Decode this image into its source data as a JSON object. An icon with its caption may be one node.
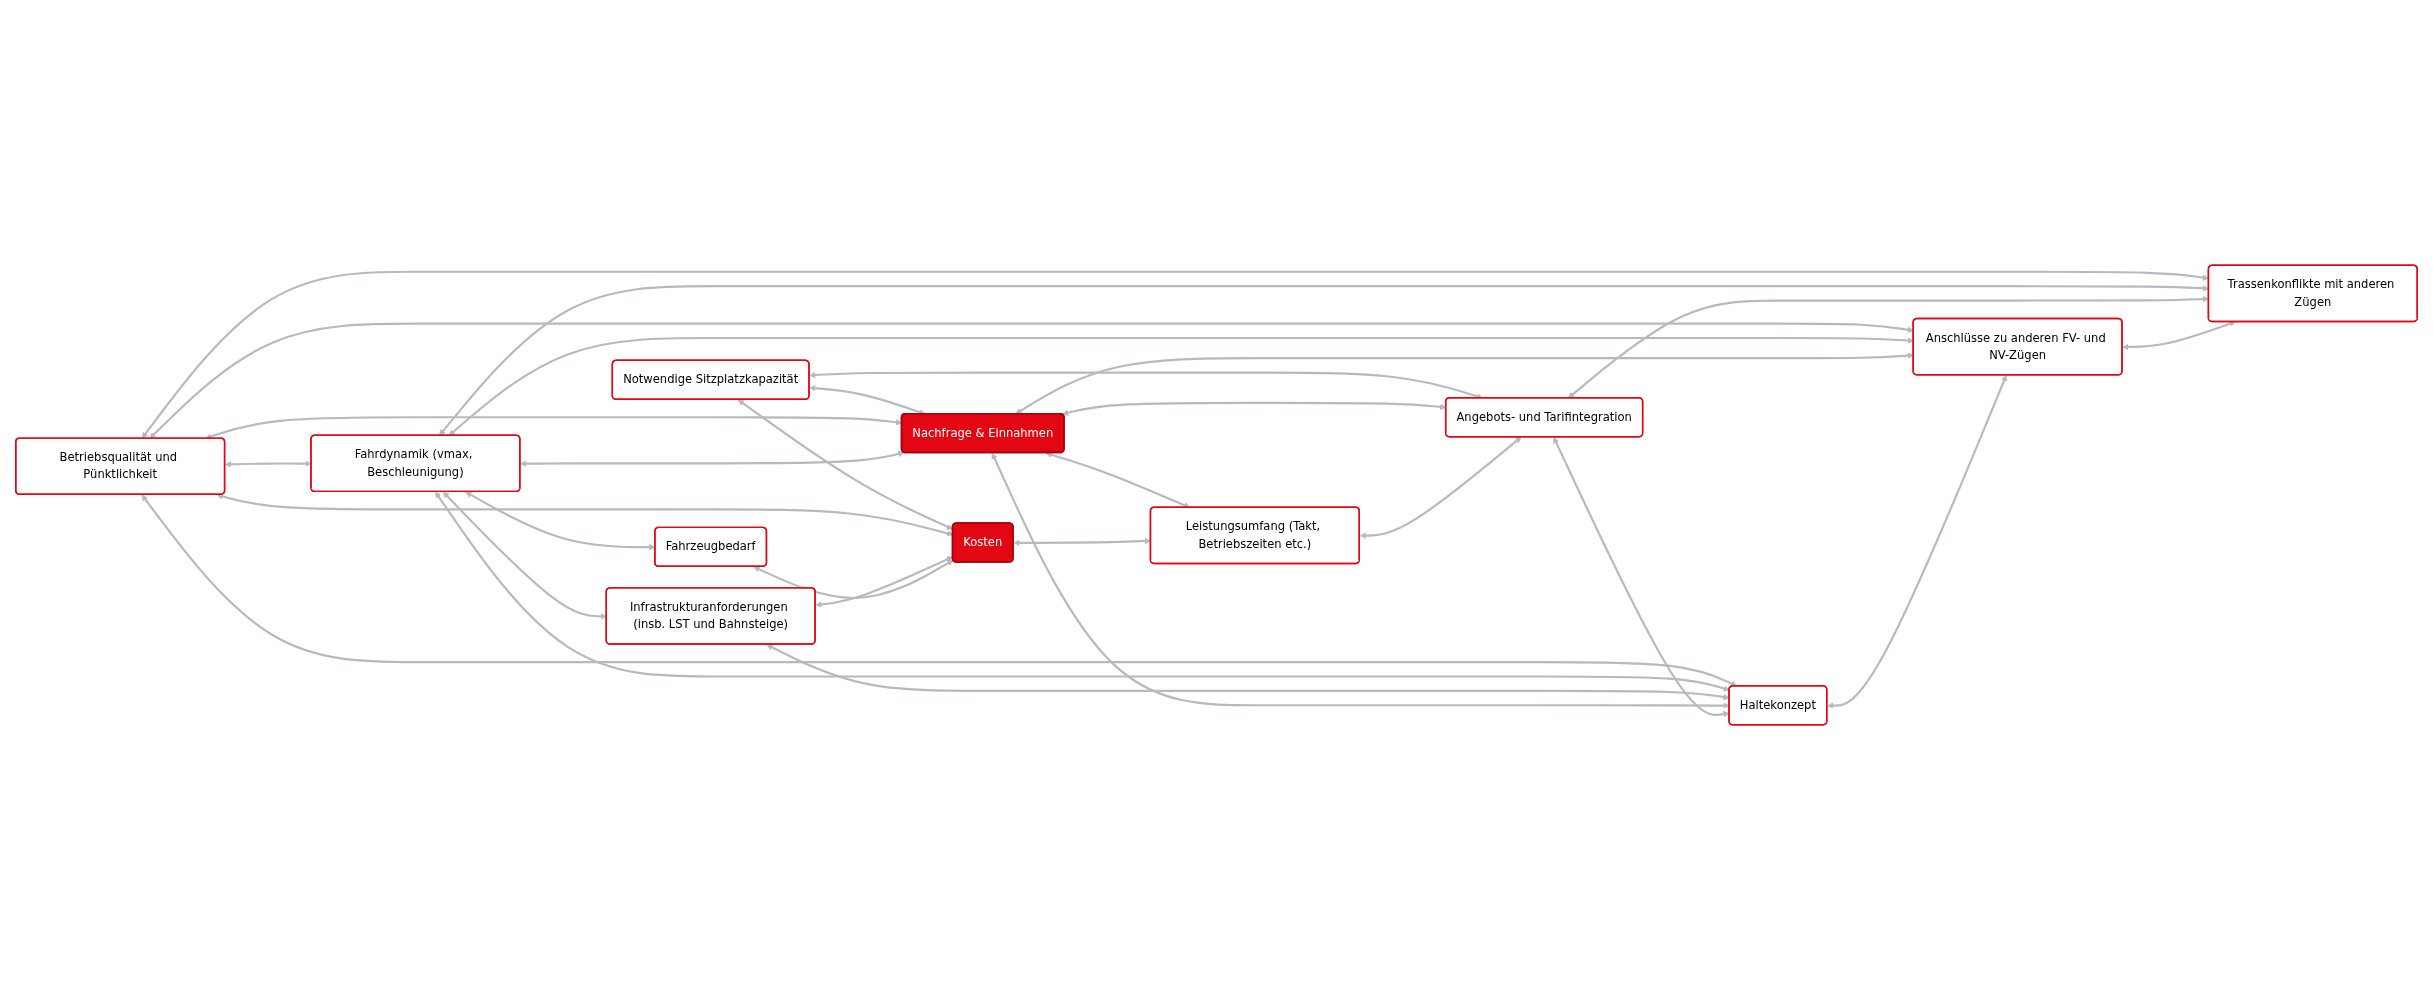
{
  "diagram": {
    "nodes": [
      {
        "text": [
          "Notwendige Sitzplatzkapazität"
        ]
      },
      {
        "text": [
          "Betriebsqualität und Pünktlichkeit"
        ]
      },
      {
        "text": [
          "Fahrdynamik (vmax, Beschleunigung)"
        ]
      },
      {
        "text": [
          "Infrastrukturanforderungen (insb. LST und Bahnsteige)"
        ]
      },
      {
        "text": [
          "Fahrzeugbedarf"
        ]
      },
      {
        "text": [
          "Nachfrage & Einnahmen"
        ]
      },
      {
        "text": [
          "Kosten"
        ]
      },
      {
        "text": [
          "Leistungsumfang (Takt, Betriebszeiten etc.)"
        ]
      },
      {
        "text": [
          "Angebots- und Tarifintegration"
        ]
      },
      {
        "text": [
          "Haltekonzept"
        ]
      },
      {
        "text": [
          "Anschlüsse zu anderen FV- und NV-Zügen"
        ]
      },
      {
        "text": [
          "Trassenkonflikte mit anderen Zügen"
        ]
      }
    ],
    "edges": [
      {
        "from": 0,
        "to": 8,
        "arrow": "both"
      },
      {
        "from": 0,
        "to": 5,
        "arrow": "both"
      },
      {
        "from": 0,
        "to": 6,
        "arrow": "both"
      },
      {
        "from": 1,
        "to": 5,
        "arrow": "both"
      },
      {
        "from": 1,
        "to": 6,
        "arrow": "both"
      },
      {
        "from": 1,
        "to": 9,
        "arrow": "both"
      },
      {
        "from": 1,
        "to": 10,
        "arrow": "both"
      },
      {
        "from": 1,
        "to": 11,
        "arrow": "both"
      },
      {
        "from": 1,
        "to": 2,
        "arrow": "both"
      },
      {
        "from": 2,
        "to": 5,
        "arrow": "both"
      },
      {
        "from": 2,
        "to": 9,
        "arrow": "both"
      },
      {
        "from": 2,
        "to": 10,
        "arrow": "both"
      },
      {
        "from": 2,
        "to": 11,
        "arrow": "both"
      },
      {
        "from": 2,
        "to": 3,
        "arrow": "both"
      },
      {
        "from": 2,
        "to": 4,
        "arrow": "both"
      },
      {
        "from": 3,
        "to": 6,
        "arrow": "both"
      },
      {
        "from": 3,
        "to": 9,
        "arrow": "both"
      },
      {
        "from": 4,
        "to": 6,
        "arrow": "both"
      },
      {
        "from": 5,
        "to": 7,
        "arrow": "both"
      },
      {
        "from": 5,
        "to": 8,
        "arrow": "both"
      },
      {
        "from": 5,
        "to": 9,
        "arrow": "both"
      },
      {
        "from": 5,
        "to": 10,
        "arrow": "both"
      },
      {
        "from": 6,
        "to": 7,
        "arrow": "both"
      },
      {
        "from": 8,
        "to": 11,
        "arrow": "both"
      },
      {
        "from": 7,
        "to": 8,
        "arrow": "both"
      },
      {
        "from": 8,
        "to": 9,
        "arrow": "both"
      },
      {
        "from": 9,
        "to": 10,
        "arrow": "both"
      },
      {
        "from": 10,
        "to": 11,
        "arrow": "both"
      }
    ]
  }
}
